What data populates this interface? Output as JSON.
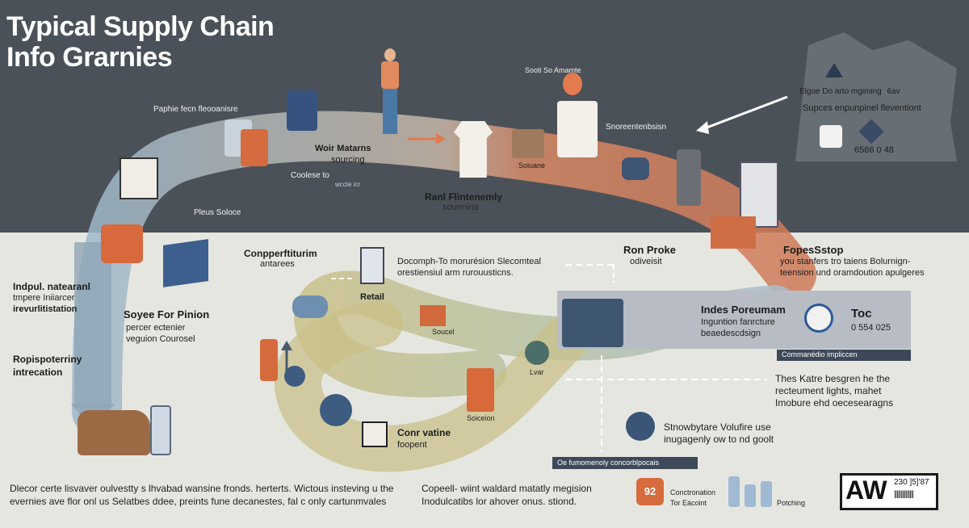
{
  "title_line1": "Typical Supply Chain",
  "title_line2": "Info Grarnies",
  "labels": {
    "paphie": "Paphie fecn fleooanisre",
    "pleus": "Pleus Soloce",
    "wor_line1": "Woir Matarns",
    "wor_line2": "sourcing",
    "coolese": "Coolese to",
    "coolese_sub": "wccte icr",
    "soot": "Sooti So Amamte",
    "rani_line1": "Ranl Flintenemly",
    "rani_line2": "sourmins",
    "soiuane": "Soiuane",
    "snore": "Snoreentenbsisn",
    "map_line1": "Elgoe Do arto mgiming",
    "map_line1b": "6av",
    "map_line2": "Supces enpunpinel fleventiont",
    "map_code": "6566 0 48",
    "fopess_title": "FopesSstop",
    "fopess_line1": "you stanfers tro taiens Bolurnign-",
    "fopess_line2": "teension und oramdoution apulgeres",
    "ron_line1": "Ron Proke",
    "ron_line2": "odiveisit",
    "indpul_line1": "Indpul. natearanl",
    "indpul_line2": "tmpere Iniiarcer",
    "indpul_line3": "irevurlitistation",
    "ropis_line1": "Ropispoterriny",
    "ropis_line2": "intrecation",
    "soyee_title": "Soyee For Pinion",
    "soyee_line1": "percer ectenier",
    "soyee_line2": "veguion Courosel",
    "conp_line1": "Conpperftiturim",
    "conp_line2": "antarees",
    "doc_line1": "Docomph-To morurésion Slecomteal",
    "doc_line2": "orestiensiul arm rurouusticns.",
    "retail": "Retail",
    "soucel": "Soucel",
    "indes_title": "Indes Poreumam",
    "indes_line1": "Inguntion fanrcture",
    "indes_line2": "beaedescdsign",
    "toc_title": "Toc",
    "toc_code": "0 554 025",
    "band1": "Commanédio impliccen",
    "thes_line1": "Thes Katre besgren he the",
    "thes_line2": "recteument lights, mahet",
    "thes_line3": "Imobure ehd oecesearagns",
    "sov_line1": "Stnowbytare Volufire use",
    "sov_line2": "inugagenly ow to nd goolt",
    "lvar": "Lvar",
    "soiceion": "Soiceion",
    "conr_line1": "Conr vatine",
    "conr_line2": "foopent",
    "band2": "Oe fumomenoly concorblpocais",
    "bottom_left_line1": "Dlecor certe lisvaver oulvestty s lhvabad wansine fronds. herterts. Wictous insteving u the",
    "bottom_left_line2": "evernies ave flor onl us Selatbes ddee, preints fune decanestes, fal c only cartunmvales",
    "bottom_mid_line1": "Copeell- wiint waldard matatly megision",
    "bottom_mid_line2": "Inodulcatibs lor ahover onus. stiond.",
    "conc_number": "92",
    "conc_line1": "Conctronation",
    "conc_line2": "Tor Eácoint",
    "potching": "Potching",
    "code_text": "AW",
    "code_small1": "230 ]5]'87",
    "code_small2": "|||||||||||||||"
  },
  "colors": {
    "top_bg": "#4b5158",
    "bottom_bg": "#e6e6e1",
    "flow_blue": "#9fb8c8",
    "flow_orange": "#d98a66",
    "flow_olive": "#c9c08a",
    "accent_dark": "#3d4958"
  }
}
